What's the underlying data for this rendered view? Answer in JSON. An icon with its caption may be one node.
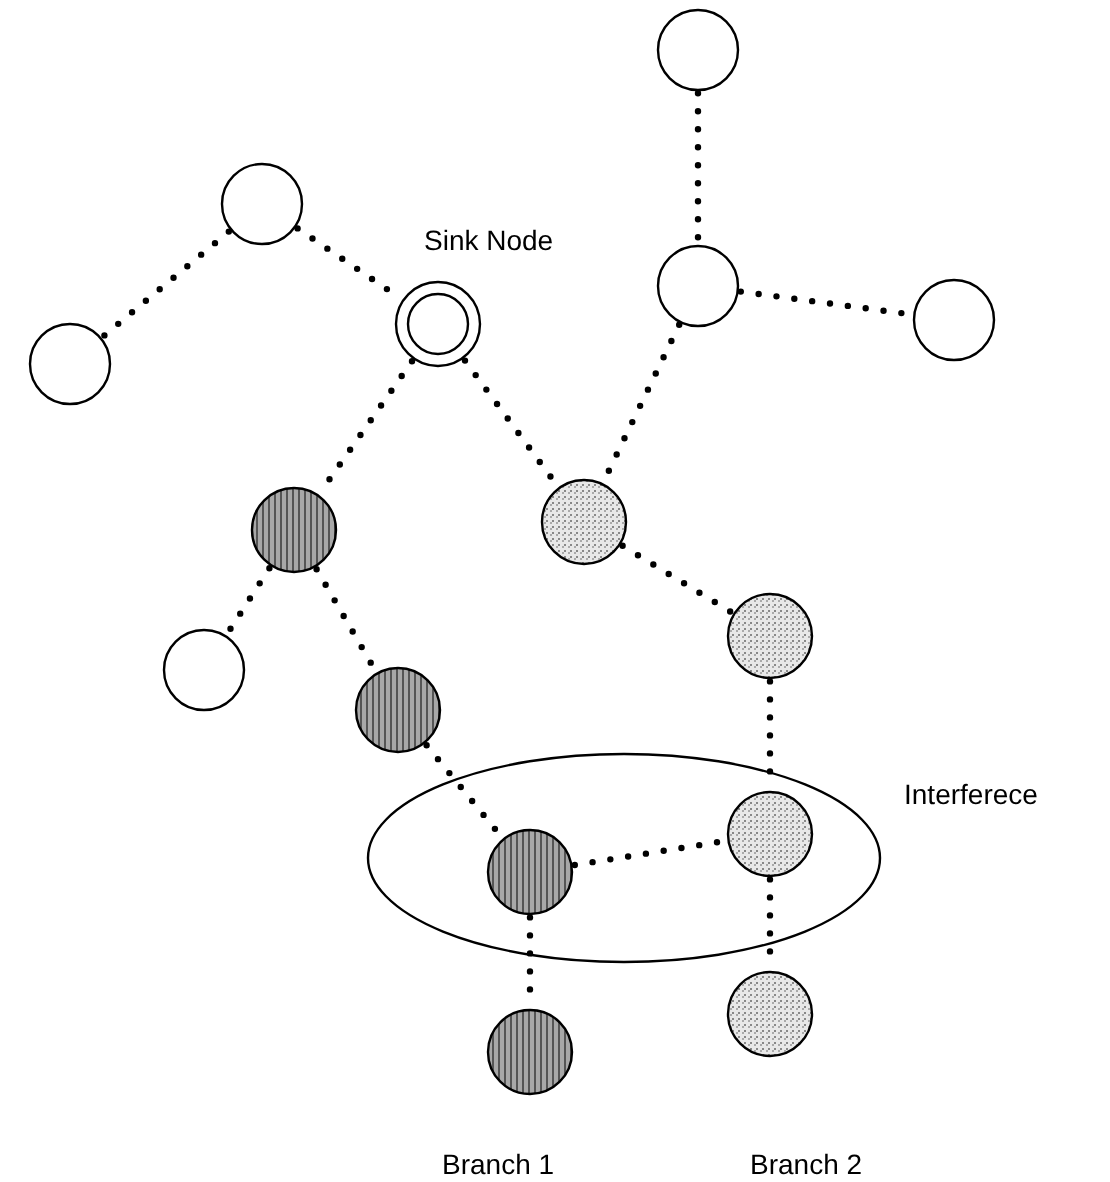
{
  "diagram": {
    "nodes": [
      {
        "text": [],
        "shape": "circle"
      },
      {
        "text": [],
        "shape": "circle"
      },
      {
        "text": [],
        "shape": "circle"
      },
      {
        "text": [],
        "shape": "circle"
      },
      {
        "text": [],
        "shape": "circle",
        "beside": [
          "Sink Node"
        ]
      },
      {
        "text": [],
        "shape": "circle"
      },
      {
        "text": [],
        "shape": "circle"
      },
      {
        "text": [],
        "shape": "circle"
      },
      {
        "text": [],
        "shape": "circle"
      },
      {
        "text": [],
        "shape": "circle"
      },
      {
        "text": [],
        "shape": "circle"
      },
      {
        "text": [],
        "shape": "ellipse",
        "beside": [
          "Interferece"
        ]
      },
      {
        "text": [],
        "shape": "circle",
        "in": 11
      },
      {
        "text": [],
        "shape": "circle",
        "in": 11
      },
      {
        "text": [],
        "shape": "circle"
      },
      {
        "text": [],
        "shape": "circle"
      }
    ],
    "edges": [
      {
        "from": 1,
        "to": 5,
        "arrow": "none"
      },
      {
        "from": 1,
        "to": 4,
        "arrow": "none"
      },
      {
        "from": 4,
        "to": 6,
        "arrow": "none"
      },
      {
        "from": 4,
        "to": 7,
        "arrow": "none"
      },
      {
        "from": 0,
        "to": 2,
        "arrow": "none"
      },
      {
        "from": 2,
        "to": 3,
        "arrow": "none"
      },
      {
        "from": 2,
        "to": 7,
        "arrow": "none"
      },
      {
        "from": 6,
        "to": 9,
        "arrow": "none"
      },
      {
        "from": 6,
        "to": 10,
        "arrow": "none"
      },
      {
        "from": 10,
        "to": 12,
        "arrow": "none"
      },
      {
        "from": 7,
        "to": 8,
        "arrow": "none"
      },
      {
        "from": 8,
        "to": 13,
        "arrow": "none"
      },
      {
        "from": 12,
        "to": 13,
        "arrow": "none"
      },
      {
        "from": 12,
        "to": 15,
        "arrow": "none"
      },
      {
        "from": 13,
        "to": 14,
        "arrow": "none"
      }
    ],
    "labels": [
      "Branch 1",
      "Branch 2"
    ]
  }
}
